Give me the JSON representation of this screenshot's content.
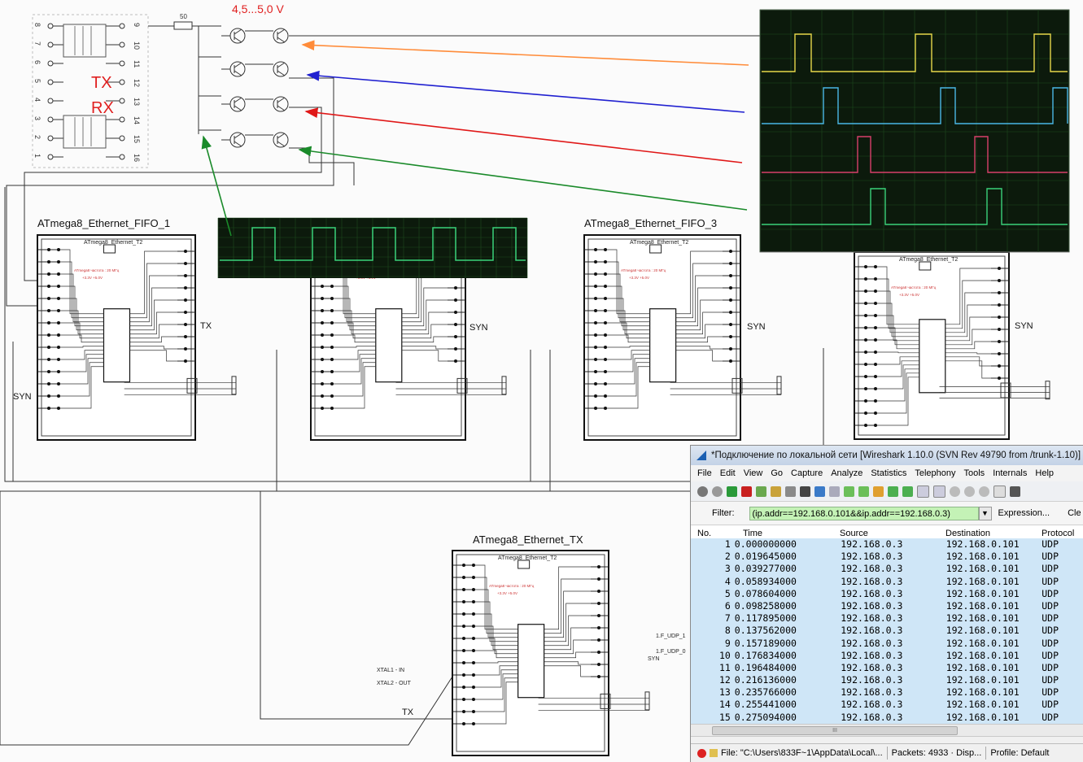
{
  "colors": {
    "arrow_orange": "#ff8c3a",
    "arrow_blue": "#2020d0",
    "arrow_red": "#e01818",
    "arrow_green": "#1a8a2a",
    "scope_bg": "#0c1a0c",
    "trace_yellow": "#e6d84a",
    "trace_cyan": "#4ab8e6",
    "trace_magenta": "#d8406a",
    "trace_green": "#3ad27a",
    "text_red": "#e02020"
  },
  "schematic": {
    "voltage": "4,5...5,0 V",
    "resistor": "50",
    "tx": "TX",
    "rx": "RX",
    "pins_left": [
      "8",
      "7",
      "6",
      "5",
      "4",
      "3",
      "2",
      "1"
    ],
    "pins_right": [
      "9",
      "10",
      "11",
      "12",
      "13",
      "14",
      "15",
      "16"
    ],
    "boards": [
      {
        "name": "ATmega8_Ethernet_FIFO_1",
        "side": "TX",
        "extra": "SYN"
      },
      {
        "name": "",
        "side": "SYN",
        "extra": ""
      },
      {
        "name": "ATmega8_Ethernet_FIFO_3",
        "side": "SYN",
        "extra": ""
      },
      {
        "name": "",
        "side": "SYN",
        "extra": ""
      }
    ],
    "tx_board": {
      "name": "ATmega8_Ethernet_TX",
      "inner": "ATmega8_Ethernet_T2",
      "xtal1": "XTAL1 - IN",
      "xtal2": "XTAL2 - OUT",
      "tx": "TX",
      "out1": "1.F_UDP_1",
      "out2": "1.F_UDP_0",
      "syn": "SYN"
    },
    "inner_title": "ATmega8_Ethernet_T2",
    "inner_note": "ATmega8 частота : 20 МГц",
    "inner_volt": "+3.3V +5.0V"
  },
  "wireshark": {
    "title": "*Подключение по локальной сети  [Wireshark 1.10.0  (SVN Rev 49790 from /trunk-1.10)]",
    "menu": [
      "File",
      "Edit",
      "View",
      "Go",
      "Capture",
      "Analyze",
      "Statistics",
      "Telephony",
      "Tools",
      "Internals",
      "Help"
    ],
    "filter_label": "Filter:",
    "filter_value": "(ip.addr==192.168.0.101&&ip.addr==192.168.0.3)",
    "expression": "Expression...",
    "clear": "Cle",
    "columns": [
      "No.",
      "Time",
      "Source",
      "Destination",
      "Protocol"
    ],
    "rows": [
      [
        "1",
        "0.000000000",
        "192.168.0.3",
        "192.168.0.101",
        "UDP"
      ],
      [
        "2",
        "0.019645000",
        "192.168.0.3",
        "192.168.0.101",
        "UDP"
      ],
      [
        "3",
        "0.039277000",
        "192.168.0.3",
        "192.168.0.101",
        "UDP"
      ],
      [
        "4",
        "0.058934000",
        "192.168.0.3",
        "192.168.0.101",
        "UDP"
      ],
      [
        "5",
        "0.078604000",
        "192.168.0.3",
        "192.168.0.101",
        "UDP"
      ],
      [
        "6",
        "0.098258000",
        "192.168.0.3",
        "192.168.0.101",
        "UDP"
      ],
      [
        "7",
        "0.117895000",
        "192.168.0.3",
        "192.168.0.101",
        "UDP"
      ],
      [
        "8",
        "0.137562000",
        "192.168.0.3",
        "192.168.0.101",
        "UDP"
      ],
      [
        "9",
        "0.157189000",
        "192.168.0.3",
        "192.168.0.101",
        "UDP"
      ],
      [
        "10",
        "0.176834000",
        "192.168.0.3",
        "192.168.0.101",
        "UDP"
      ],
      [
        "11",
        "0.196484000",
        "192.168.0.3",
        "192.168.0.101",
        "UDP"
      ],
      [
        "12",
        "0.216136000",
        "192.168.0.3",
        "192.168.0.101",
        "UDP"
      ],
      [
        "13",
        "0.235766000",
        "192.168.0.3",
        "192.168.0.101",
        "UDP"
      ],
      [
        "14",
        "0.255441000",
        "192.168.0.3",
        "192.168.0.101",
        "UDP"
      ],
      [
        "15",
        "0.275094000",
        "192.168.0.3",
        "192.168.0.101",
        "UDP"
      ]
    ],
    "hscroll": "III",
    "status_file": "File: \"C:\\Users\\833F~1\\AppData\\Local\\...",
    "status_packets": "Packets: 4933 · Disp...",
    "status_profile": "Profile: Default"
  }
}
